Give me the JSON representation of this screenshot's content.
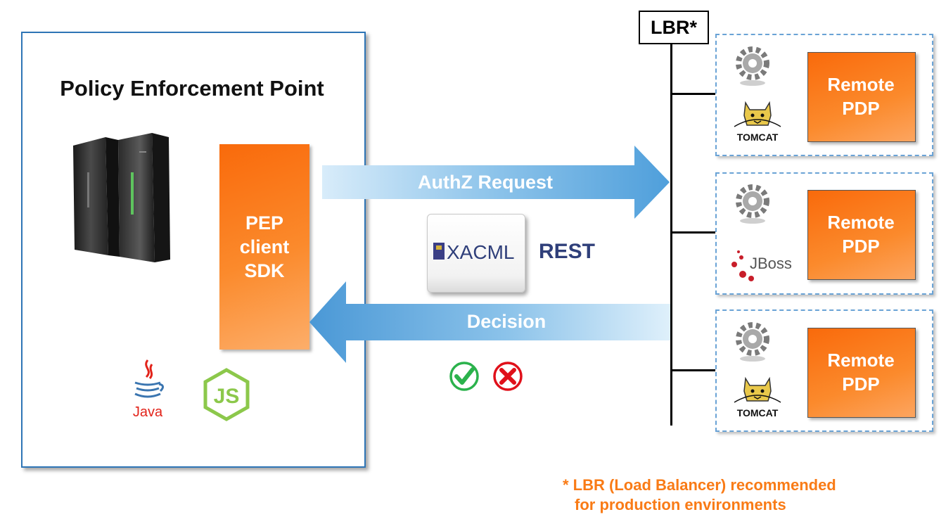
{
  "pep": {
    "title": "Policy Enforcement Point",
    "sdk_lines": [
      "PEP",
      "client",
      "SDK"
    ],
    "platform_icons": [
      "java-icon",
      "nodejs-icon"
    ],
    "java_label": "Java",
    "node_label": "JS"
  },
  "arrows": {
    "request_label": "AuthZ Request",
    "decision_label": "Decision"
  },
  "protocols": {
    "xacml_label": "XACML",
    "rest_label": "REST"
  },
  "decision_icons": [
    "check-icon",
    "cross-icon"
  ],
  "lbr": {
    "label": "LBR*"
  },
  "pdp_nodes": [
    {
      "label_lines": [
        "Remote",
        "PDP"
      ],
      "server": "TOMCAT",
      "icons": [
        "gear-icon",
        "tomcat-icon"
      ]
    },
    {
      "label_lines": [
        "Remote",
        "PDP"
      ],
      "server": "JBoss",
      "icons": [
        "gear-icon",
        "jboss-icon"
      ]
    },
    {
      "label_lines": [
        "Remote",
        "PDP"
      ],
      "server": "TOMCAT",
      "icons": [
        "gear-icon",
        "tomcat-icon"
      ]
    }
  ],
  "footnote": {
    "line1": "* LBR (Load Balancer) recommended",
    "line2": "for production environments"
  },
  "colors": {
    "pep_border": "#2e75b6",
    "orange": "#f97b16",
    "arrow_blue": "#5aa8e0",
    "node_border": "#6aa3d6",
    "rest_text": "#2f3f7a"
  }
}
